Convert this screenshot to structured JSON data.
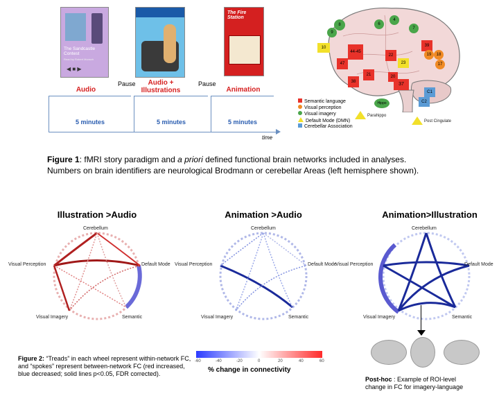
{
  "books": {
    "b1_title": "The Sandcastle Contest",
    "b1_sub": "Read by Robert Munsch",
    "b3_title": "The Fire Station"
  },
  "timeline": {
    "conditions": [
      "Audio",
      "Audio + Illustrations",
      "Animation"
    ],
    "pause": "Pause",
    "duration": "5 minutes",
    "time_label": "time"
  },
  "brain": {
    "areas": [
      "8",
      "9",
      "6",
      "4",
      "7",
      "10",
      "44-45",
      "47",
      "22",
      "39",
      "19",
      "18",
      "17",
      "23",
      "21",
      "20",
      "38",
      "37",
      "C1",
      "C2"
    ],
    "other_labels": [
      "Hippo",
      "Parahippo",
      "Post Cingulate"
    ]
  },
  "legend": {
    "items": [
      {
        "label": "Semantic language",
        "color": "#e8322a"
      },
      {
        "label": "Visual perception",
        "color": "#f08a24"
      },
      {
        "label": "Visual imagery",
        "color": "#4aa54a"
      },
      {
        "label": "Default Mode (DMN)",
        "color": "#f2e02a"
      },
      {
        "label": "Cerebellar Association",
        "color": "#5b9bd5"
      }
    ]
  },
  "figure1": {
    "bold": "Figure 1",
    "text_a": ": fMRI story paradigm and ",
    "italic": "a priori",
    "text_b": " defined functional brain networks included in analyses.",
    "line2": "Numbers on brain identifiers are neurological Brodmann or cerebellar Areas (left hemisphere shown)."
  },
  "wheels": [
    {
      "title": "Illustration >Audio"
    },
    {
      "title": "Animation >Audio"
    },
    {
      "title": "Animation>Illustration"
    }
  ],
  "nodes": [
    "Cerebellum",
    "Default Mode",
    "Semantic",
    "Visual Imagery",
    "Visual Perception"
  ],
  "colorbar": {
    "ticks": [
      "-60",
      "-40",
      "-20",
      "0",
      "20",
      "40",
      "60"
    ],
    "label": "% change in connectivity",
    "colors": {
      "low": "#2b3bff",
      "mid": "#ffffff",
      "high": "#ff2b2b"
    }
  },
  "figure2": {
    "bold": "Figure 2:",
    "text": " “Treads” in each wheel represent within-network FC, and “spokes” represent between-network FC (red increased, blue decreased; solid lines p<0.05, FDR corrected)."
  },
  "posthoc": {
    "bold": "Post-hoc",
    "text": " : Example of ROI-level",
    "line2": "change in FC for imagery-language"
  }
}
